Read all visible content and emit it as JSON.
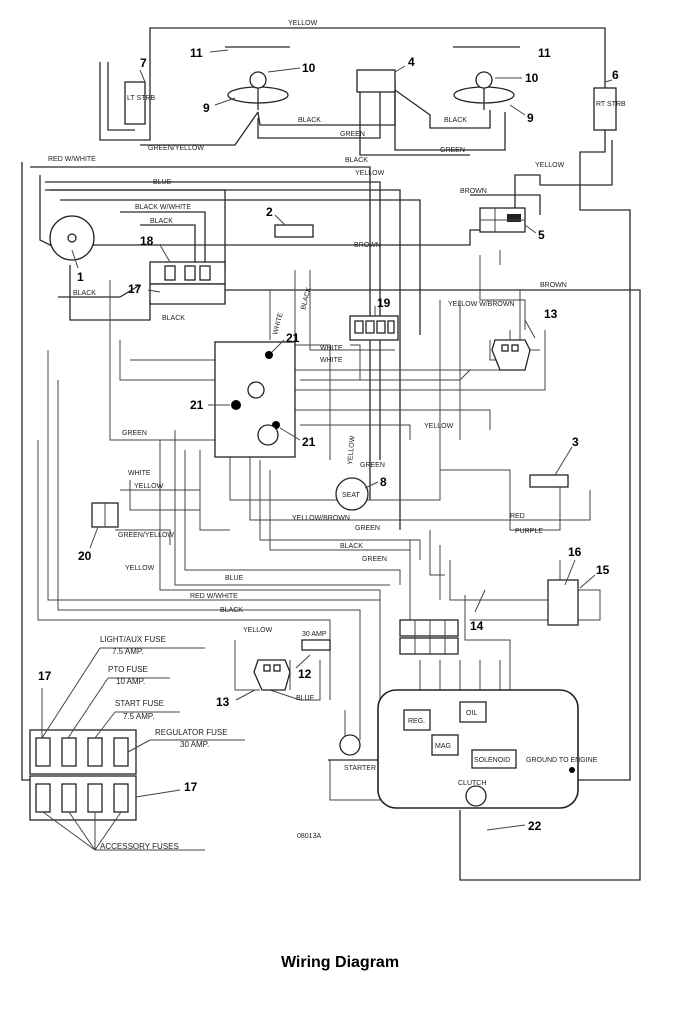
{
  "caption": "Wiring Diagram",
  "part_code": "08013A",
  "wire_labels": {
    "yellow": "YELLOW",
    "black": "BLACK",
    "green": "GREEN",
    "green_yellow": "GREEN/YELLOW",
    "red_white": "RED W/WHITE",
    "red_wwhite": "RED W/WHITE",
    "blue": "BLUE",
    "black_white": "BLACK W/WHITE",
    "brown": "BROWN",
    "white": "WHITE",
    "yellow_brown": "YELLOW W/BROWN",
    "yellow_brown2": "YELLOW/BROWN",
    "red": "RED",
    "purple": "PURPLE"
  },
  "component_labels": {
    "lt_strb": "LT STRB",
    "rt_strb": "RT STRB",
    "seat": "SEAT",
    "starter": "STARTER",
    "reg": "REG.",
    "oil": "OIL",
    "mag": "MAG",
    "solenoid": "SOLENOID",
    "clutch": "CLUTCH",
    "ground_to_engine": "GROUND TO ENGINE",
    "amp_30": "30 AMP"
  },
  "callouts": {
    "c1": "1",
    "c2": "2",
    "c3": "3",
    "c4": "4",
    "c5": "5",
    "c6": "6",
    "c7": "7",
    "c8": "8",
    "c9": "9",
    "c10": "10",
    "c11": "11",
    "c12": "12",
    "c13": "13",
    "c14": "14",
    "c15": "15",
    "c16": "16",
    "c17": "17",
    "c18": "18",
    "c19": "19",
    "c20": "20",
    "c21": "21",
    "c22": "22"
  },
  "fuse_legend": {
    "light_aux": "LIGHT/AUX FUSE",
    "light_aux_amp": "7.5 AMP.",
    "pto": "PTO FUSE",
    "pto_amp": "10 AMP.",
    "start": "START FUSE",
    "start_amp": "7.5 AMP.",
    "regulator": "REGULATOR FUSE",
    "regulator_amp": "30 AMP.",
    "accessory": "ACCESSORY FUSES"
  }
}
